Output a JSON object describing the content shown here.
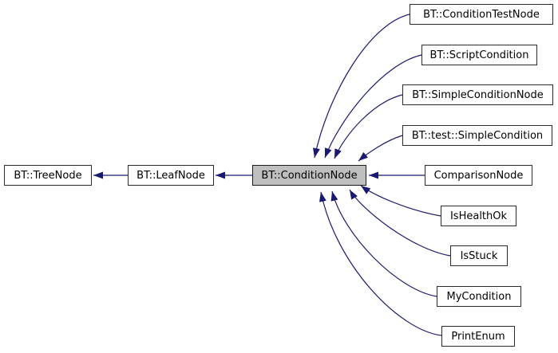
{
  "diagram": {
    "type": "inheritance-graph",
    "focus_node": "BT::ConditionNode",
    "colors": {
      "background": "#ffffff",
      "edge": "#191970",
      "node_border": "#2b2b2b",
      "node_fill": "#ffffff",
      "highlight_fill": "#bfbfbf",
      "text": "#000000"
    },
    "nodes": [
      {
        "id": "tree-node",
        "label": "BT::TreeNode",
        "highlighted": false
      },
      {
        "id": "leaf-node",
        "label": "BT::LeafNode",
        "highlighted": false
      },
      {
        "id": "condition-node",
        "label": "BT::ConditionNode",
        "highlighted": true
      },
      {
        "id": "condition-test-node",
        "label": "BT::ConditionTestNode",
        "highlighted": false
      },
      {
        "id": "script-condition",
        "label": "BT::ScriptCondition",
        "highlighted": false
      },
      {
        "id": "simple-condition-node",
        "label": "BT::SimpleConditionNode",
        "highlighted": false
      },
      {
        "id": "test-simple-condition",
        "label": "BT::test::SimpleCondition",
        "highlighted": false
      },
      {
        "id": "comparison-node",
        "label": "ComparisonNode",
        "highlighted": false
      },
      {
        "id": "is-health-ok",
        "label": "IsHealthOk",
        "highlighted": false
      },
      {
        "id": "is-stuck",
        "label": "IsStuck",
        "highlighted": false
      },
      {
        "id": "my-condition",
        "label": "MyCondition",
        "highlighted": false
      },
      {
        "id": "print-enum",
        "label": "PrintEnum",
        "highlighted": false
      }
    ],
    "edges": [
      {
        "from": "BT::LeafNode",
        "to": "BT::TreeNode",
        "relation": "inherits"
      },
      {
        "from": "BT::ConditionNode",
        "to": "BT::LeafNode",
        "relation": "inherits"
      },
      {
        "from": "BT::ConditionTestNode",
        "to": "BT::ConditionNode",
        "relation": "inherits"
      },
      {
        "from": "BT::ScriptCondition",
        "to": "BT::ConditionNode",
        "relation": "inherits"
      },
      {
        "from": "BT::SimpleConditionNode",
        "to": "BT::ConditionNode",
        "relation": "inherits"
      },
      {
        "from": "BT::test::SimpleCondition",
        "to": "BT::ConditionNode",
        "relation": "inherits"
      },
      {
        "from": "ComparisonNode",
        "to": "BT::ConditionNode",
        "relation": "inherits"
      },
      {
        "from": "IsHealthOk",
        "to": "BT::ConditionNode",
        "relation": "inherits"
      },
      {
        "from": "IsStuck",
        "to": "BT::ConditionNode",
        "relation": "inherits"
      },
      {
        "from": "MyCondition",
        "to": "BT::ConditionNode",
        "relation": "inherits"
      },
      {
        "from": "PrintEnum",
        "to": "BT::ConditionNode",
        "relation": "inherits"
      }
    ]
  }
}
